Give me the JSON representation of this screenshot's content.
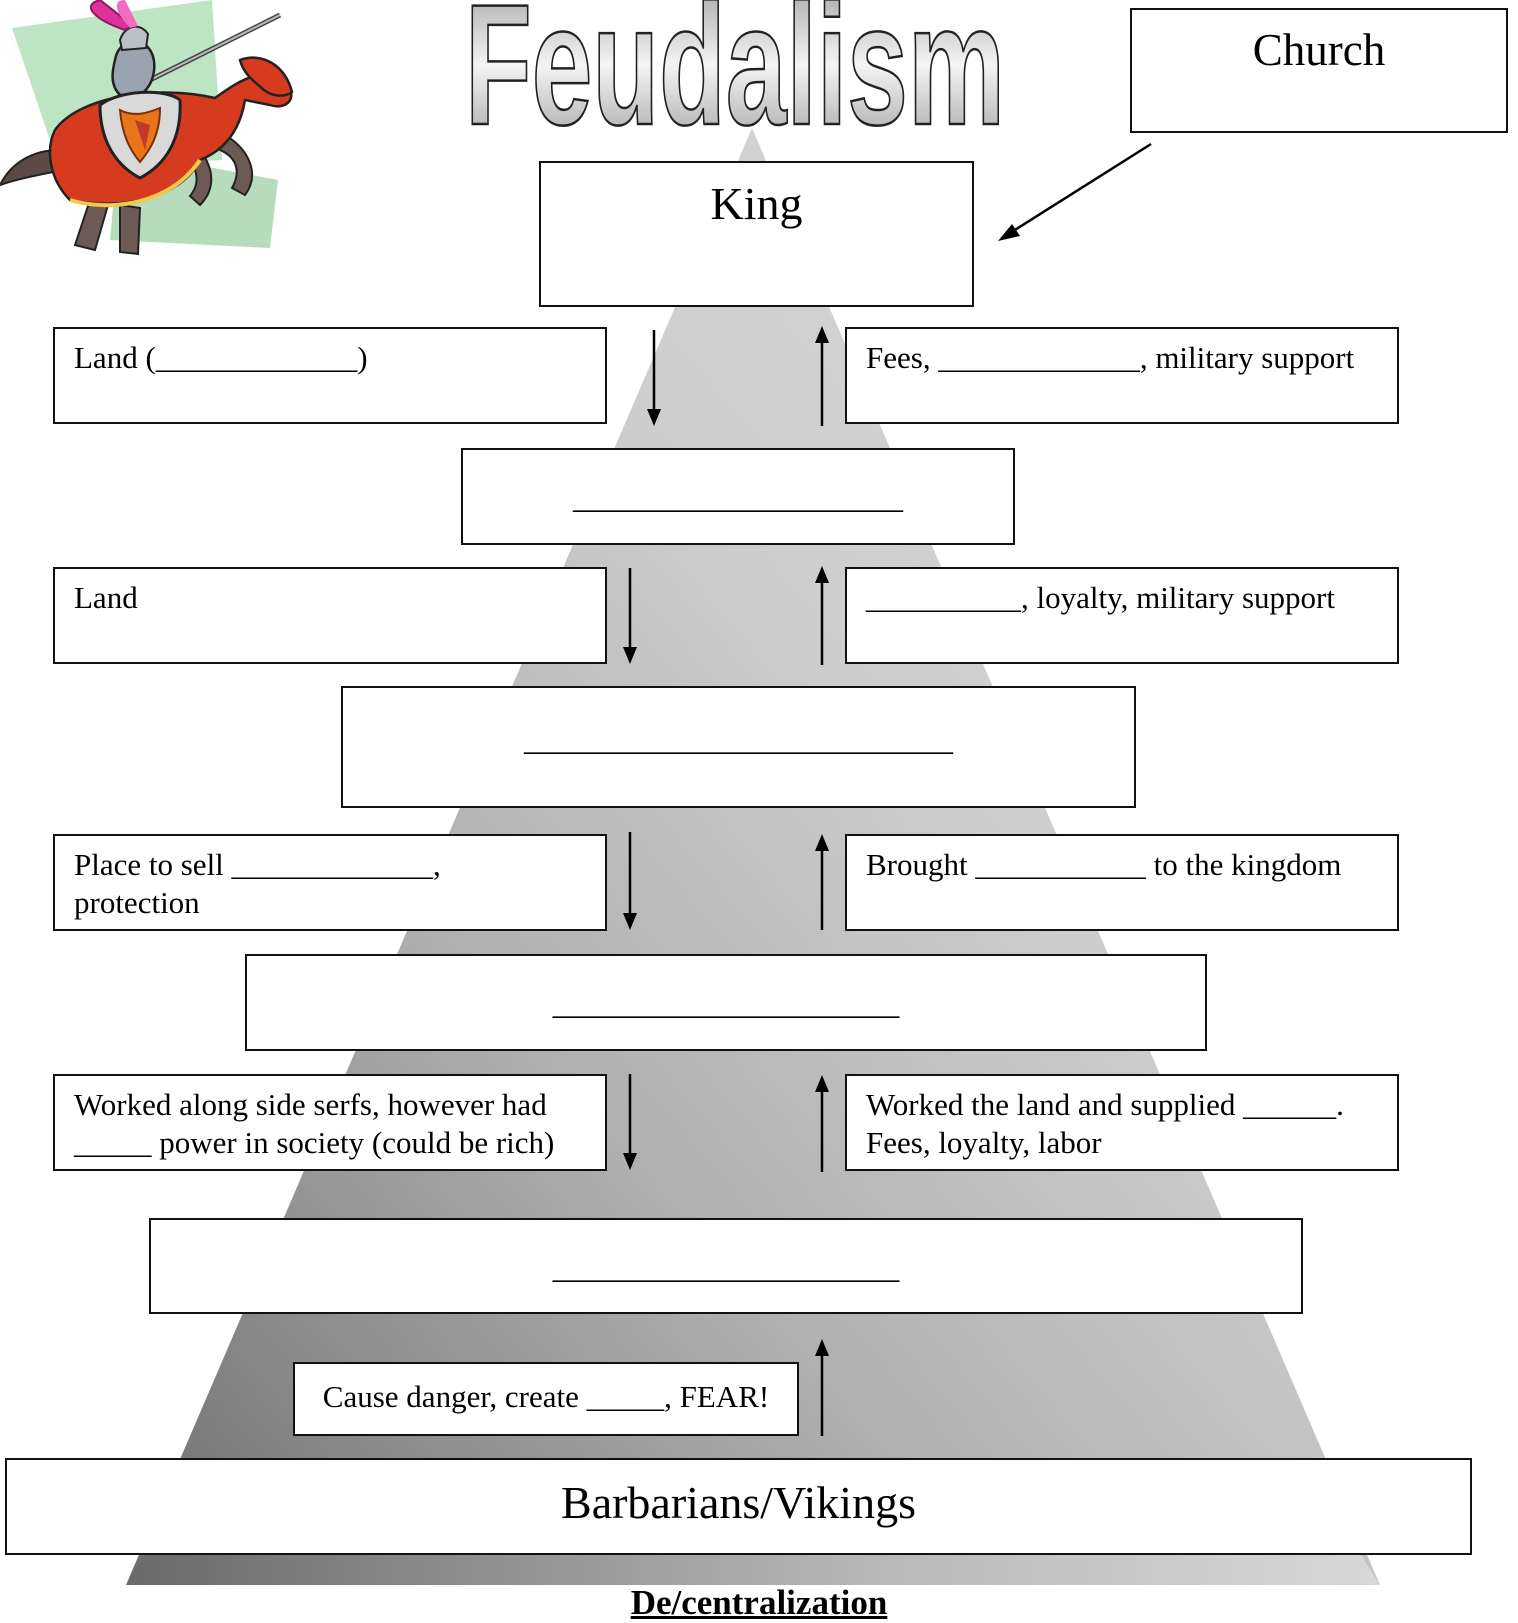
{
  "title": "Feudalism",
  "church": "Church",
  "king": "King",
  "tiers": [
    {
      "blank": "____________________"
    },
    {
      "blank": "__________________________"
    },
    {
      "blank": "_____________________"
    },
    {
      "blank": "_____________________"
    }
  ],
  "left_boxes": [
    "Land (_____________)",
    "Land",
    "Place to sell _____________,\nprotection",
    "Worked along side serfs, however had\n_____ power in society (could be rich)"
  ],
  "right_boxes": [
    "Fees, _____________, military support",
    "__________, loyalty, military support",
    "Brought ___________ to the kingdom",
    "Worked the land and supplied ______.\nFees, loyalty, labor"
  ],
  "danger_box": "Cause danger, create _____, FEAR!",
  "base": "Barbarians/Vikings",
  "bottom_label": "De/centralization",
  "icons": [
    "knight-on-horse-clipart",
    "arrow-down-icon",
    "arrow-up-icon"
  ],
  "colors": {
    "pyramid_light": "#d4d4d4",
    "pyramid_dark": "#7a7a7a",
    "border": "#111111",
    "knight_red": "#d63b1f",
    "knight_plume": "#e0309a",
    "knight_bg": "#b9e0bf"
  }
}
